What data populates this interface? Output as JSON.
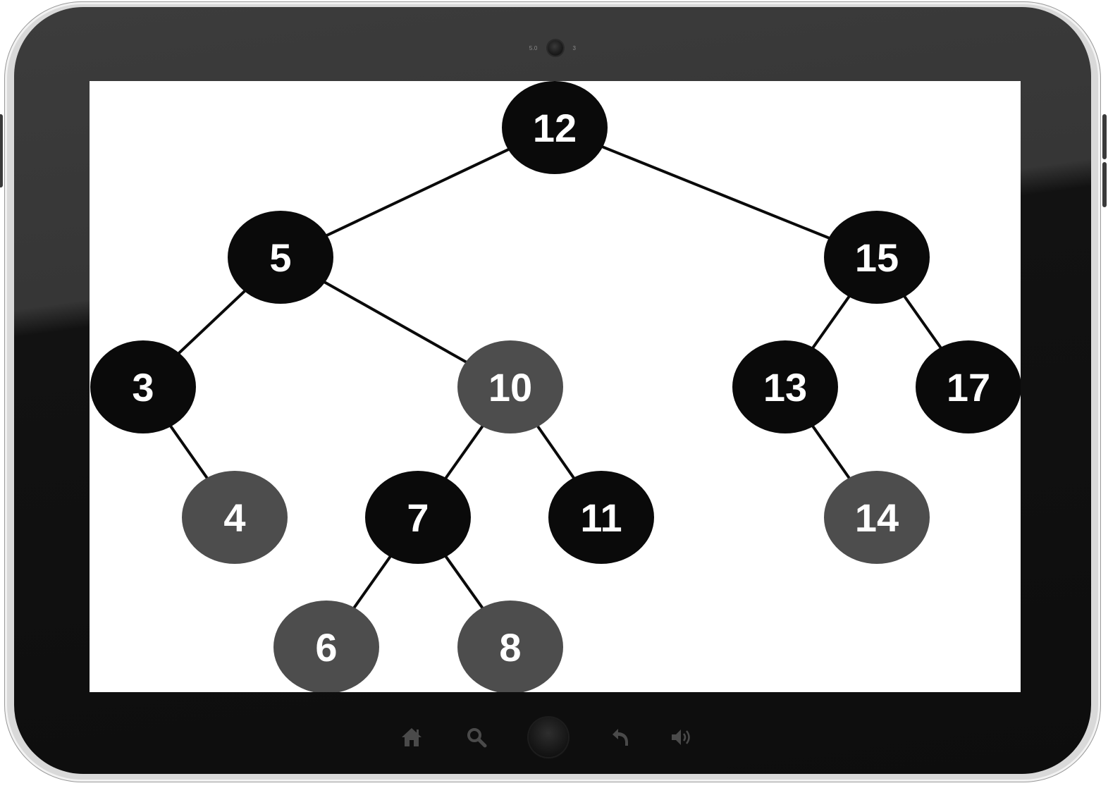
{
  "device": {
    "camera_label_left": "5.0",
    "camera_label_right": "3",
    "nav_icons": [
      "home-icon",
      "search-icon",
      "home-button",
      "back-icon",
      "volume-icon"
    ]
  },
  "tree": {
    "nodes": [
      {
        "id": "n12",
        "label": "12",
        "color": "#0a0a0a"
      },
      {
        "id": "n5",
        "label": "5",
        "color": "#0a0a0a"
      },
      {
        "id": "n15",
        "label": "15",
        "color": "#0a0a0a"
      },
      {
        "id": "n3",
        "label": "3",
        "color": "#0a0a0a"
      },
      {
        "id": "n10",
        "label": "10",
        "color": "#4d4d4d"
      },
      {
        "id": "n13",
        "label": "13",
        "color": "#0a0a0a"
      },
      {
        "id": "n17",
        "label": "17",
        "color": "#0a0a0a"
      },
      {
        "id": "n4",
        "label": "4",
        "color": "#4d4d4d"
      },
      {
        "id": "n7",
        "label": "7",
        "color": "#0a0a0a"
      },
      {
        "id": "n11",
        "label": "11",
        "color": "#0a0a0a"
      },
      {
        "id": "n14",
        "label": "14",
        "color": "#4d4d4d"
      },
      {
        "id": "n6",
        "label": "6",
        "color": "#4d4d4d"
      },
      {
        "id": "n8",
        "label": "8",
        "color": "#4d4d4d"
      }
    ],
    "edges": [
      [
        "n12",
        "n5"
      ],
      [
        "n12",
        "n15"
      ],
      [
        "n5",
        "n3"
      ],
      [
        "n5",
        "n10"
      ],
      [
        "n15",
        "n13"
      ],
      [
        "n15",
        "n17"
      ],
      [
        "n3",
        "n4"
      ],
      [
        "n10",
        "n7"
      ],
      [
        "n10",
        "n11"
      ],
      [
        "n13",
        "n14"
      ],
      [
        "n7",
        "n6"
      ],
      [
        "n7",
        "n8"
      ]
    ]
  }
}
